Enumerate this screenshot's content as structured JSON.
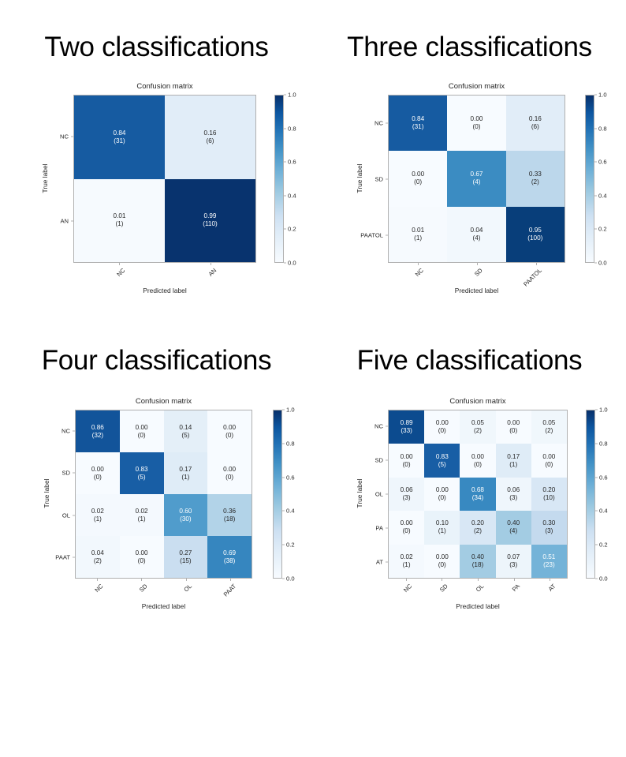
{
  "page": {
    "background": "#ffffff",
    "matrix_title": "Confusion matrix",
    "xlabel": "Predicted label",
    "ylabel": "True label",
    "cbar_ticks": [
      "1.0",
      "0.8",
      "0.6",
      "0.4",
      "0.2",
      "0.0"
    ],
    "colormap": "Blues",
    "accent": "#08306b"
  },
  "panels": [
    {
      "title": "Two classifications",
      "matrix_title": "Confusion matrix",
      "xlabel": "Predicted label",
      "ylabel": "True label",
      "labels": [
        "NC",
        "AN"
      ],
      "cells": [
        [
          {
            "rate": "0.84",
            "count": "(31)"
          },
          {
            "rate": "0.16",
            "count": "(6)"
          }
        ],
        [
          {
            "rate": "0.01",
            "count": "(1)"
          },
          {
            "rate": "0.99",
            "count": "(110)"
          }
        ]
      ]
    },
    {
      "title": "Three classifications",
      "matrix_title": "Confusion matrix",
      "xlabel": "Predicted label",
      "ylabel": "True label",
      "labels": [
        "NC",
        "SD",
        "PAATOL"
      ],
      "cells": [
        [
          {
            "rate": "0.84",
            "count": "(31)"
          },
          {
            "rate": "0.00",
            "count": "(0)"
          },
          {
            "rate": "0.16",
            "count": "(6)"
          }
        ],
        [
          {
            "rate": "0.00",
            "count": "(0)"
          },
          {
            "rate": "0.67",
            "count": "(4)"
          },
          {
            "rate": "0.33",
            "count": "(2)"
          }
        ],
        [
          {
            "rate": "0.01",
            "count": "(1)"
          },
          {
            "rate": "0.04",
            "count": "(4)"
          },
          {
            "rate": "0.95",
            "count": "(100)"
          }
        ]
      ]
    },
    {
      "title": "Four classifications",
      "matrix_title": "Confusion matrix",
      "xlabel": "Predicted label",
      "ylabel": "True label",
      "labels": [
        "NC",
        "SD",
        "OL",
        "PAAT"
      ],
      "cells": [
        [
          {
            "rate": "0.86",
            "count": "(32)"
          },
          {
            "rate": "0.00",
            "count": "(0)"
          },
          {
            "rate": "0.14",
            "count": "(5)"
          },
          {
            "rate": "0.00",
            "count": "(0)"
          }
        ],
        [
          {
            "rate": "0.00",
            "count": "(0)"
          },
          {
            "rate": "0.83",
            "count": "(5)"
          },
          {
            "rate": "0.17",
            "count": "(1)"
          },
          {
            "rate": "0.00",
            "count": "(0)"
          }
        ],
        [
          {
            "rate": "0.02",
            "count": "(1)"
          },
          {
            "rate": "0.02",
            "count": "(1)"
          },
          {
            "rate": "0.60",
            "count": "(30)"
          },
          {
            "rate": "0.36",
            "count": "(18)"
          }
        ],
        [
          {
            "rate": "0.04",
            "count": "(2)"
          },
          {
            "rate": "0.00",
            "count": "(0)"
          },
          {
            "rate": "0.27",
            "count": "(15)"
          },
          {
            "rate": "0.69",
            "count": "(38)"
          }
        ]
      ]
    },
    {
      "title": "Five classifications",
      "matrix_title": "Confusion matrix",
      "xlabel": "Predicted label",
      "ylabel": "True label",
      "labels": [
        "NC",
        "SD",
        "OL",
        "PA",
        "AT"
      ],
      "cells": [
        [
          {
            "rate": "0.89",
            "count": "(33)"
          },
          {
            "rate": "0.00",
            "count": "(0)"
          },
          {
            "rate": "0.05",
            "count": "(2)"
          },
          {
            "rate": "0.00",
            "count": "(0)"
          },
          {
            "rate": "0.05",
            "count": "(2)"
          }
        ],
        [
          {
            "rate": "0.00",
            "count": "(0)"
          },
          {
            "rate": "0.83",
            "count": "(5)"
          },
          {
            "rate": "0.00",
            "count": "(0)"
          },
          {
            "rate": "0.17",
            "count": "(1)"
          },
          {
            "rate": "0.00",
            "count": "(0)"
          }
        ],
        [
          {
            "rate": "0.06",
            "count": "(3)"
          },
          {
            "rate": "0.00",
            "count": "(0)"
          },
          {
            "rate": "0.68",
            "count": "(34)"
          },
          {
            "rate": "0.06",
            "count": "(3)"
          },
          {
            "rate": "0.20",
            "count": "(10)"
          }
        ],
        [
          {
            "rate": "0.00",
            "count": "(0)"
          },
          {
            "rate": "0.10",
            "count": "(1)"
          },
          {
            "rate": "0.20",
            "count": "(2)"
          },
          {
            "rate": "0.40",
            "count": "(4)"
          },
          {
            "rate": "0.30",
            "count": "(3)"
          }
        ],
        [
          {
            "rate": "0.02",
            "count": "(1)"
          },
          {
            "rate": "0.00",
            "count": "(0)"
          },
          {
            "rate": "0.40",
            "count": "(18)"
          },
          {
            "rate": "0.07",
            "count": "(3)"
          },
          {
            "rate": "0.51",
            "count": "(23)"
          }
        ]
      ]
    }
  ],
  "chart_data": [
    {
      "type": "heatmap",
      "title": "Confusion matrix",
      "subtitle": "Two classifications",
      "xlabel": "Predicted label",
      "ylabel": "True label",
      "x_ticklabels": [
        "NC",
        "AN"
      ],
      "y_ticklabels": [
        "NC",
        "AN"
      ],
      "values": [
        [
          0.84,
          0.16
        ],
        [
          0.01,
          0.99
        ]
      ],
      "counts": [
        [
          31,
          6
        ],
        [
          1,
          110
        ]
      ],
      "clim": [
        0.0,
        1.0
      ],
      "colorbar_ticks": [
        0.0,
        0.2,
        0.4,
        0.6,
        0.8,
        1.0
      ],
      "colormap": "Blues",
      "grid": false,
      "legend": "colorbar-right"
    },
    {
      "type": "heatmap",
      "title": "Confusion matrix",
      "subtitle": "Three classifications",
      "xlabel": "Predicted label",
      "ylabel": "True label",
      "x_ticklabels": [
        "NC",
        "SD",
        "PAATOL"
      ],
      "y_ticklabels": [
        "NC",
        "SD",
        "PAATOL"
      ],
      "values": [
        [
          0.84,
          0.0,
          0.16
        ],
        [
          0.0,
          0.67,
          0.33
        ],
        [
          0.01,
          0.04,
          0.95
        ]
      ],
      "counts": [
        [
          31,
          0,
          6
        ],
        [
          0,
          4,
          2
        ],
        [
          1,
          4,
          100
        ]
      ],
      "clim": [
        0.0,
        1.0
      ],
      "colorbar_ticks": [
        0.0,
        0.2,
        0.4,
        0.6,
        0.8,
        1.0
      ],
      "colormap": "Blues",
      "grid": false,
      "legend": "colorbar-right"
    },
    {
      "type": "heatmap",
      "title": "Confusion matrix",
      "subtitle": "Four classifications",
      "xlabel": "Predicted label",
      "ylabel": "True label",
      "x_ticklabels": [
        "NC",
        "SD",
        "OL",
        "PAAT"
      ],
      "y_ticklabels": [
        "NC",
        "SD",
        "OL",
        "PAAT"
      ],
      "values": [
        [
          0.86,
          0.0,
          0.14,
          0.0
        ],
        [
          0.0,
          0.83,
          0.17,
          0.0
        ],
        [
          0.02,
          0.02,
          0.6,
          0.36
        ],
        [
          0.04,
          0.0,
          0.27,
          0.69
        ]
      ],
      "counts": [
        [
          32,
          0,
          5,
          0
        ],
        [
          0,
          5,
          1,
          0
        ],
        [
          1,
          1,
          30,
          18
        ],
        [
          2,
          0,
          15,
          38
        ]
      ],
      "clim": [
        0.0,
        1.0
      ],
      "colorbar_ticks": [
        0.0,
        0.2,
        0.4,
        0.6,
        0.8,
        1.0
      ],
      "colormap": "Blues",
      "grid": false,
      "legend": "colorbar-right"
    },
    {
      "type": "heatmap",
      "title": "Confusion matrix",
      "subtitle": "Five classifications",
      "xlabel": "Predicted label",
      "ylabel": "True label",
      "x_ticklabels": [
        "NC",
        "SD",
        "OL",
        "PA",
        "AT"
      ],
      "y_ticklabels": [
        "NC",
        "SD",
        "OL",
        "PA",
        "AT"
      ],
      "values": [
        [
          0.89,
          0.0,
          0.05,
          0.0,
          0.05
        ],
        [
          0.0,
          0.83,
          0.0,
          0.17,
          0.0
        ],
        [
          0.06,
          0.0,
          0.68,
          0.06,
          0.2
        ],
        [
          0.0,
          0.1,
          0.2,
          0.4,
          0.3
        ],
        [
          0.02,
          0.0,
          0.4,
          0.07,
          0.51
        ]
      ],
      "counts": [
        [
          33,
          0,
          2,
          0,
          2
        ],
        [
          0,
          5,
          0,
          1,
          0
        ],
        [
          3,
          0,
          34,
          3,
          10
        ],
        [
          0,
          1,
          2,
          4,
          3
        ],
        [
          1,
          0,
          18,
          3,
          23
        ]
      ],
      "clim": [
        0.0,
        1.0
      ],
      "colorbar_ticks": [
        0.0,
        0.2,
        0.4,
        0.6,
        0.8,
        1.0
      ],
      "colormap": "Blues",
      "grid": false,
      "legend": "colorbar-right"
    }
  ]
}
